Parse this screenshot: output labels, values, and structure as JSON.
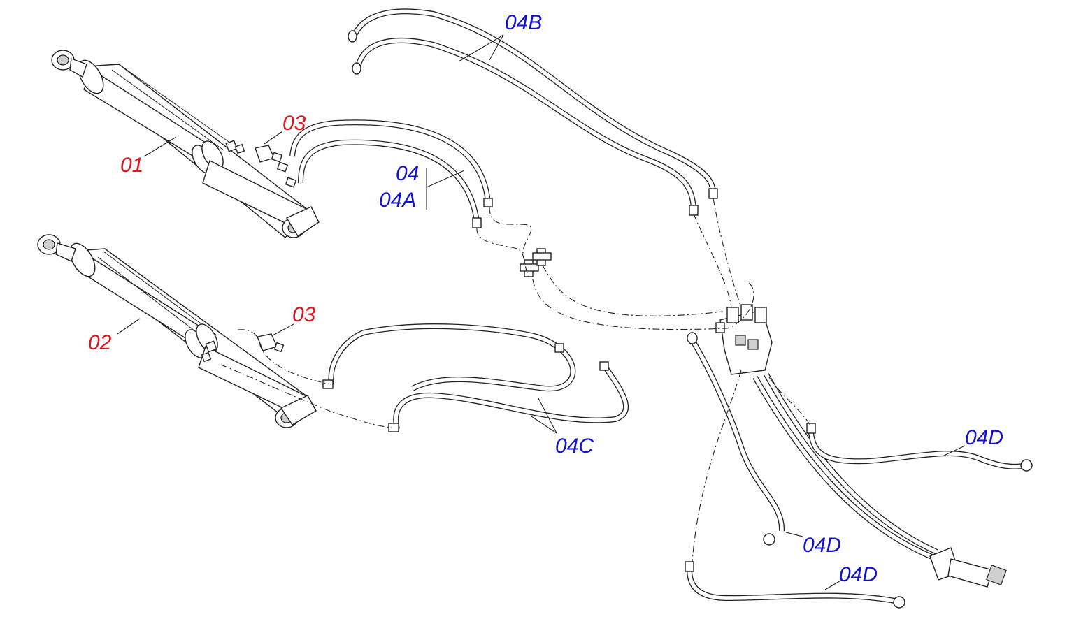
{
  "labels": {
    "cyl1": "01",
    "cyl2": "02",
    "fit1": "03",
    "fit2": "03",
    "hose04": "04",
    "hose04a": "04A",
    "hose04b": "04B",
    "hose04c": "04C",
    "hose04d_right": "04D",
    "hose04d_mid": "04D",
    "hose04d_low": "04D"
  },
  "colors": {
    "part_label": "#e1141c",
    "hose_label": "#1010d8",
    "linework": "#222222"
  }
}
